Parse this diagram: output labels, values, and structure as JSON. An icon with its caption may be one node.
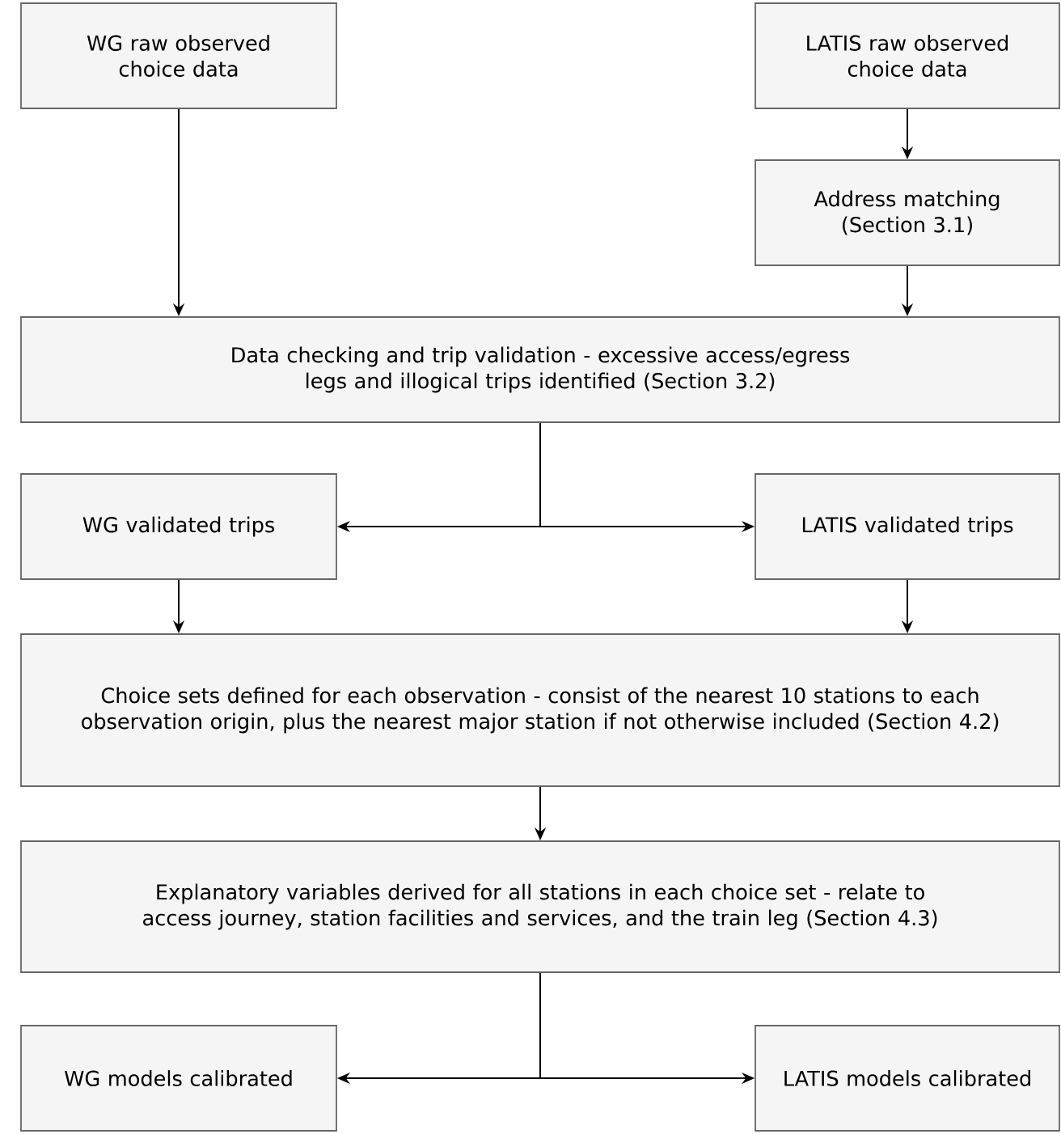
{
  "diagram": {
    "nodes": [
      {
        "text": [
          "WG raw observed choice data"
        ]
      },
      {
        "text": [
          "LATIS raw observed choice data"
        ]
      },
      {
        "text": [
          "Address matching (Section 3.1)"
        ]
      },
      {
        "text": [
          "Data checking and trip validation - excessive access/egress legs and illogical trips identified (Section 3.2)"
        ]
      },
      {
        "text": [
          "WG validated trips"
        ]
      },
      {
        "text": [
          "LATIS validated trips"
        ]
      },
      {
        "text": [
          "Choice sets defined for each observation - consist of the nearest 10 stations to each observation origin, plus the nearest major station if not otherwise included (Section 4.2)"
        ]
      },
      {
        "text": [
          "Explanatory variables derived for all stations in each choice set - relate to access journey, station facilities and services, and the train leg (Section 4.3)"
        ]
      },
      {
        "text": [
          "WG models calibrated"
        ]
      },
      {
        "text": [
          "LATIS models calibrated"
        ]
      }
    ],
    "edges": [
      {
        "from": 0,
        "to": 3,
        "arrow": "to"
      },
      {
        "from": 1,
        "to": 2,
        "arrow": "to"
      },
      {
        "from": 2,
        "to": 3,
        "arrow": "to"
      },
      {
        "from": 3,
        "to": 4,
        "arrow": "to"
      },
      {
        "from": 3,
        "to": 5,
        "arrow": "to"
      },
      {
        "from": 4,
        "to": 6,
        "arrow": "to"
      },
      {
        "from": 5,
        "to": 6,
        "arrow": "to"
      },
      {
        "from": 6,
        "to": 7,
        "arrow": "to"
      },
      {
        "from": 7,
        "to": 8,
        "arrow": "to"
      },
      {
        "from": 7,
        "to": 9,
        "arrow": "to"
      }
    ]
  }
}
